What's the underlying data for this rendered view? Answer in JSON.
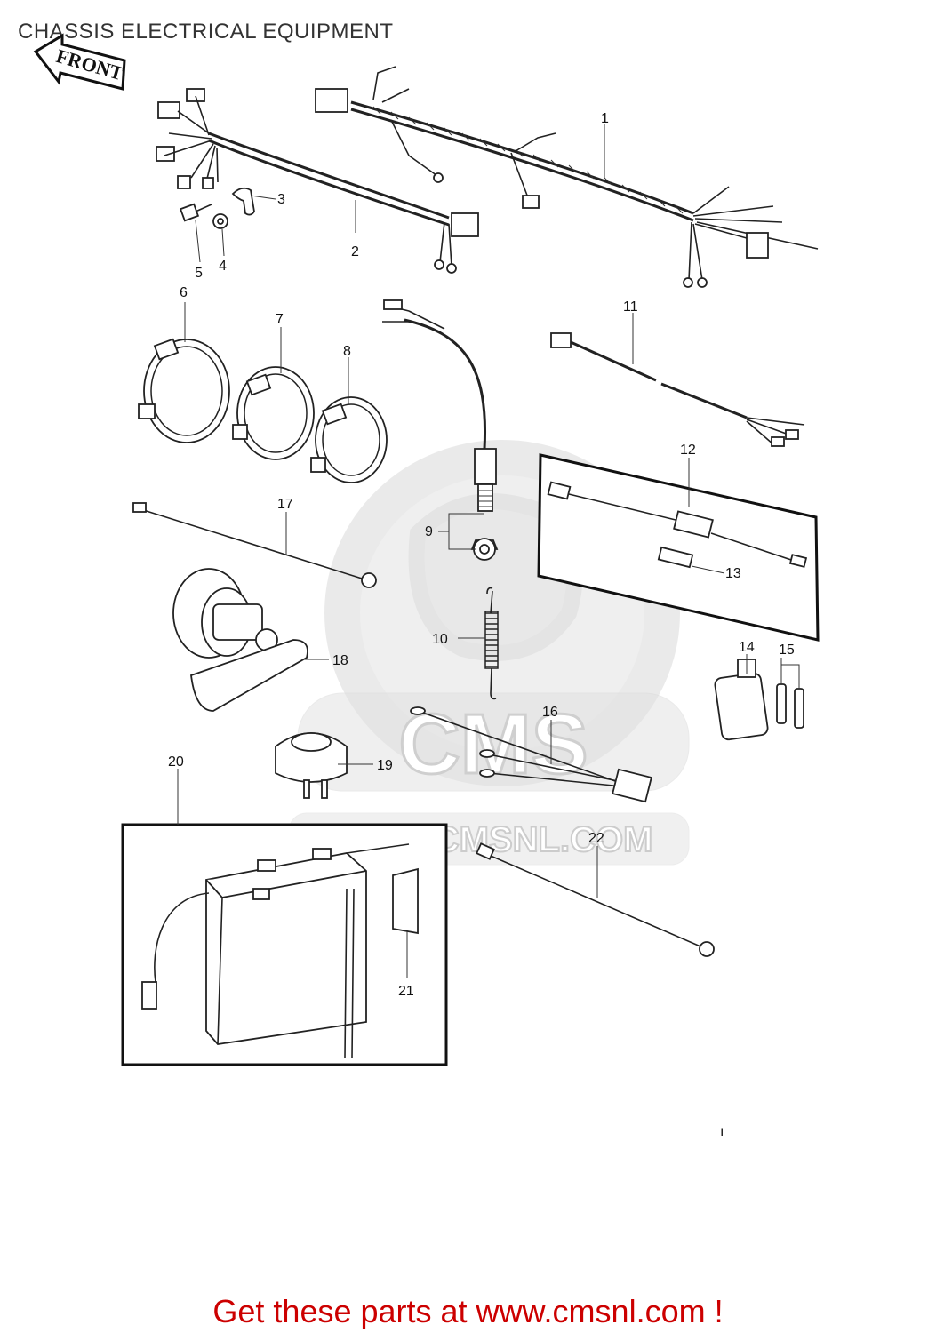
{
  "page": {
    "title": "CHASSIS ELECTRICAL EQUIPMENT",
    "footer_link": "Get these parts at www.cmsnl.com !"
  },
  "front_badge": {
    "label": "FRONT"
  },
  "watermark": {
    "text": "WWW.CMSNL.COM",
    "logo_letters": "CMS"
  },
  "callouts": [
    {
      "id": "1",
      "label": "1"
    },
    {
      "id": "2",
      "label": "2"
    },
    {
      "id": "3",
      "label": "3"
    },
    {
      "id": "4",
      "label": "4"
    },
    {
      "id": "5",
      "label": "5"
    },
    {
      "id": "6",
      "label": "6"
    },
    {
      "id": "7",
      "label": "7"
    },
    {
      "id": "8",
      "label": "8"
    },
    {
      "id": "9",
      "label": "9"
    },
    {
      "id": "10",
      "label": "10"
    },
    {
      "id": "11",
      "label": "11"
    },
    {
      "id": "12",
      "label": "12"
    },
    {
      "id": "13",
      "label": "13"
    },
    {
      "id": "14",
      "label": "14"
    },
    {
      "id": "15",
      "label": "15"
    },
    {
      "id": "16",
      "label": "16"
    },
    {
      "id": "17",
      "label": "17"
    },
    {
      "id": "18",
      "label": "18"
    },
    {
      "id": "19",
      "label": "19"
    },
    {
      "id": "20",
      "label": "20"
    },
    {
      "id": "21",
      "label": "21"
    },
    {
      "id": "22",
      "label": "22"
    }
  ],
  "stray_mark": "ı"
}
